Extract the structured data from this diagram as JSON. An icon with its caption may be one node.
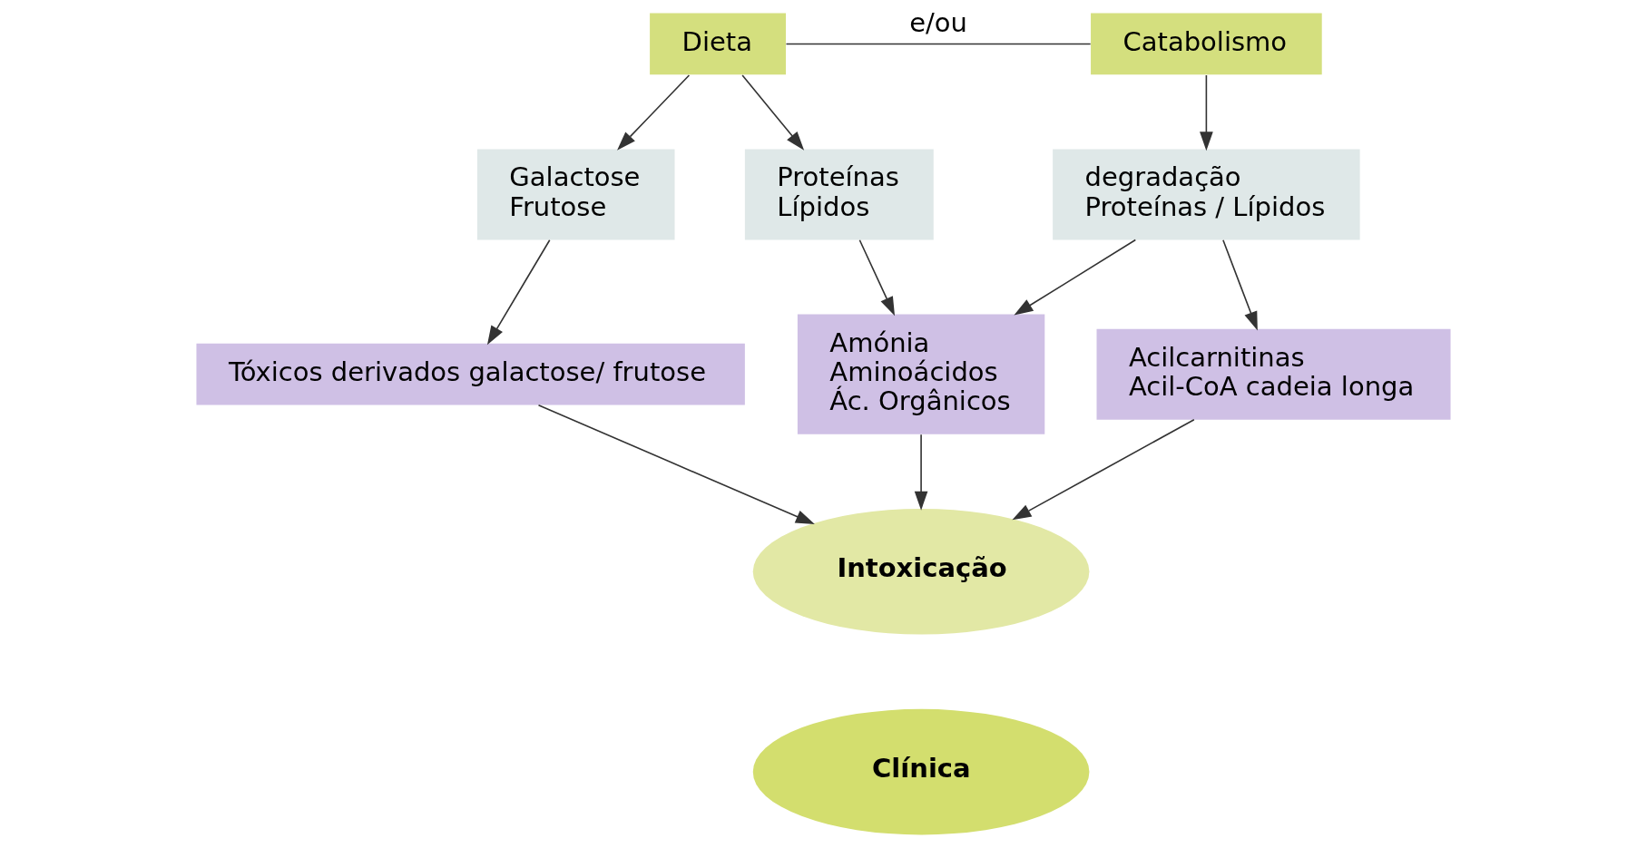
{
  "diagram": {
    "nodes": [
      {
        "text": [
          "Dieta"
        ]
      },
      {
        "text": [
          "Catabolismo"
        ]
      },
      {
        "text": [
          "Galactose",
          "Frutose"
        ]
      },
      {
        "text": [
          "Proteínas",
          "Lípidos"
        ]
      },
      {
        "text": [
          "degradação",
          "Proteínas / Lípidos"
        ]
      },
      {
        "text": [
          "Amónia",
          "Aminoácidos",
          "Ác. Orgânicos"
        ]
      },
      {
        "text": [
          "Tóxicos derivados galactose/ frutose"
        ]
      },
      {
        "text": [
          "Acilcarnitinas",
          "Acil-CoA cadeia longa"
        ]
      },
      {
        "text": [
          "Intoxicação"
        ]
      },
      {
        "text": [
          "Clínica"
        ]
      }
    ],
    "edges": [
      {
        "from": 0,
        "to": 1,
        "arrow": "none",
        "label": "e/ou"
      },
      {
        "from": 0,
        "to": 2,
        "arrow": "to"
      },
      {
        "from": 0,
        "to": 3,
        "arrow": "to"
      },
      {
        "from": 1,
        "to": 4,
        "arrow": "to"
      },
      {
        "from": 2,
        "to": 6,
        "arrow": "to"
      },
      {
        "from": 3,
        "to": 5,
        "arrow": "to"
      },
      {
        "from": 4,
        "to": 5,
        "arrow": "to"
      },
      {
        "from": 4,
        "to": 7,
        "arrow": "to"
      },
      {
        "from": 6,
        "to": 8,
        "arrow": "to"
      },
      {
        "from": 5,
        "to": 8,
        "arrow": "to"
      },
      {
        "from": 7,
        "to": 8,
        "arrow": "to"
      }
    ]
  }
}
